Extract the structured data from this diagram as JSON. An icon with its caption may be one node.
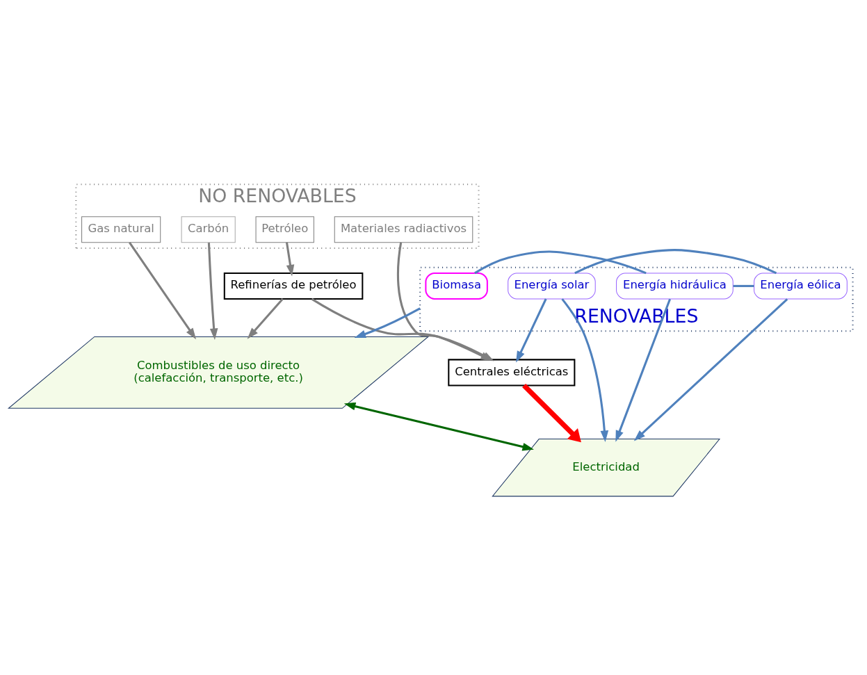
{
  "diagram": {
    "nodes": [
      {
        "text": [
          "NO RENOVABLES"
        ]
      },
      {
        "text": [
          "Petróleo"
        ],
        "in": 0
      },
      {
        "text": [
          "Gas natural"
        ],
        "in": 0
      },
      {
        "text": [
          "Carbón"
        ],
        "in": 0
      },
      {
        "text": [
          "Materiales radiactivos"
        ],
        "in": 0
      },
      {
        "text": [
          "Refinerías de petróleo"
        ]
      },
      {
        "text": [
          "Centrales eléctricas"
        ]
      },
      {
        "text": [
          "Combustibles de uso directo",
          "(calefacción, transporte, etc.)"
        ]
      },
      {
        "text": [
          "Electricidad"
        ]
      },
      {
        "text": [
          "RENOVABLES"
        ]
      },
      {
        "text": [
          "Biomasa"
        ],
        "in": 9
      },
      {
        "text": [
          "Energía hidráulica"
        ],
        "in": 9
      },
      {
        "text": [
          "Energía eólica"
        ],
        "in": 9
      },
      {
        "text": [
          "Energía solar"
        ],
        "in": 9
      }
    ],
    "edges": [
      {
        "from": 1,
        "to": 5,
        "arrow": "to"
      },
      {
        "from": 4,
        "to": 6,
        "arrow": "to"
      },
      {
        "from": 5,
        "to": 6,
        "arrow": "to"
      },
      {
        "from": 5,
        "to": 7,
        "arrow": "to"
      },
      {
        "from": 2,
        "to": 7,
        "arrow": "to"
      },
      {
        "from": 3,
        "to": 7,
        "arrow": "to"
      },
      {
        "from": 6,
        "to": 8,
        "arrow": "to",
        "style": "thick",
        "color": "#ff0000"
      },
      {
        "from": 7,
        "to": 8,
        "arrow": "both",
        "color": "#006600"
      },
      {
        "from": 9,
        "to": 7,
        "arrow": "to",
        "color": "#4f81bd"
      },
      {
        "from": 11,
        "to": 8,
        "arrow": "to",
        "color": "#4f81bd"
      },
      {
        "from": 12,
        "to": 8,
        "arrow": "to",
        "color": "#4f81bd"
      },
      {
        "from": 13,
        "to": 8,
        "arrow": "to",
        "color": "#4f81bd"
      },
      {
        "from": 13,
        "to": 6,
        "arrow": "to",
        "color": "#4f81bd"
      },
      {
        "from": 10,
        "to": 11,
        "arrow": "none",
        "color": "#4f81bd"
      },
      {
        "from": 11,
        "to": 12,
        "arrow": "none",
        "color": "#4f81bd"
      },
      {
        "from": 12,
        "to": 13,
        "arrow": "none",
        "color": "#4f81bd"
      }
    ]
  }
}
